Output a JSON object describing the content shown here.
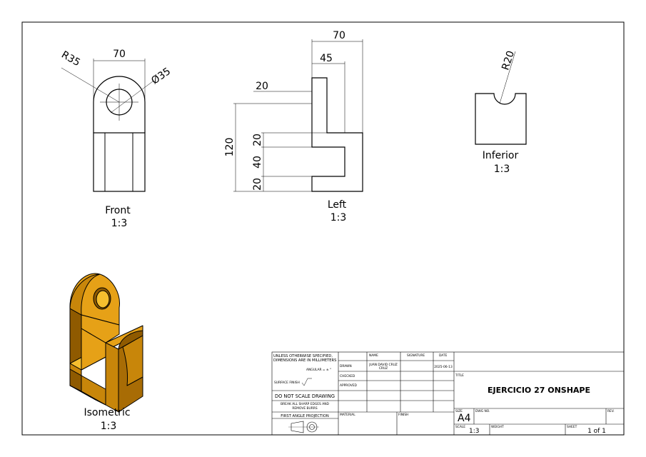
{
  "views": {
    "front": {
      "name": "Front",
      "scale": "1:3"
    },
    "left": {
      "name": "Left",
      "scale": "1:3"
    },
    "inferior": {
      "name": "Inferior",
      "scale": "1:3"
    },
    "isometric": {
      "name": "Isometric",
      "scale": "1:3"
    }
  },
  "dimensions": {
    "front_width": "70",
    "front_radius": "R35",
    "front_hole": "Ø35",
    "left_width": "70",
    "left_inner": "45",
    "left_tab": "20",
    "left_height": "120",
    "left_step_top": "20",
    "left_step_mid": "40",
    "left_step_bottom": "20",
    "inferior_radius": "R20"
  },
  "title_block": {
    "note_line1": "UNLESS OTHERWISE SPECIFIED,",
    "note_line2": "DIMENSIONS ARE IN MILLIMETERS",
    "angular": "ANGULAR = ± °",
    "surface_finish": "SURFACE FINISH",
    "do_not_scale": "DO NOT SCALE DRAWING",
    "break_edges_1": "BREAK ALL SHARP EDGES AND",
    "break_edges_2": "REMOVE BURRS",
    "projection": "FIRST ANGLE PROJECTION",
    "col_name": "NAME",
    "col_signature": "SIGNATURE",
    "col_date": "DATE",
    "row_drawn": "DRAWN",
    "row_checked": "CHECKED",
    "row_approved": "APPROVED",
    "drawn_name_1": "JUAN DAVID CRUZ",
    "drawn_name_2": "CRUZ",
    "drawn_date": "2025-06-13",
    "material": "MATERIAL",
    "finish": "FINISH",
    "title_label": "TITLE",
    "title": "EJERCICIO 27 ONSHAPE",
    "size_label": "SIZE",
    "size": "A4",
    "dwg_no": "DWG NO.",
    "rev": "REV.",
    "scale_label": "SCALE",
    "scale": "1:3",
    "weight": "WEIGHT",
    "sheet_label": "SHEET",
    "sheet": "1 of 1"
  },
  "colors": {
    "line": "#000000",
    "iso_top": "#E6A117",
    "iso_side": "#C8860A",
    "iso_dark": "#8F5A00",
    "iso_light": "#F5BE2E"
  }
}
